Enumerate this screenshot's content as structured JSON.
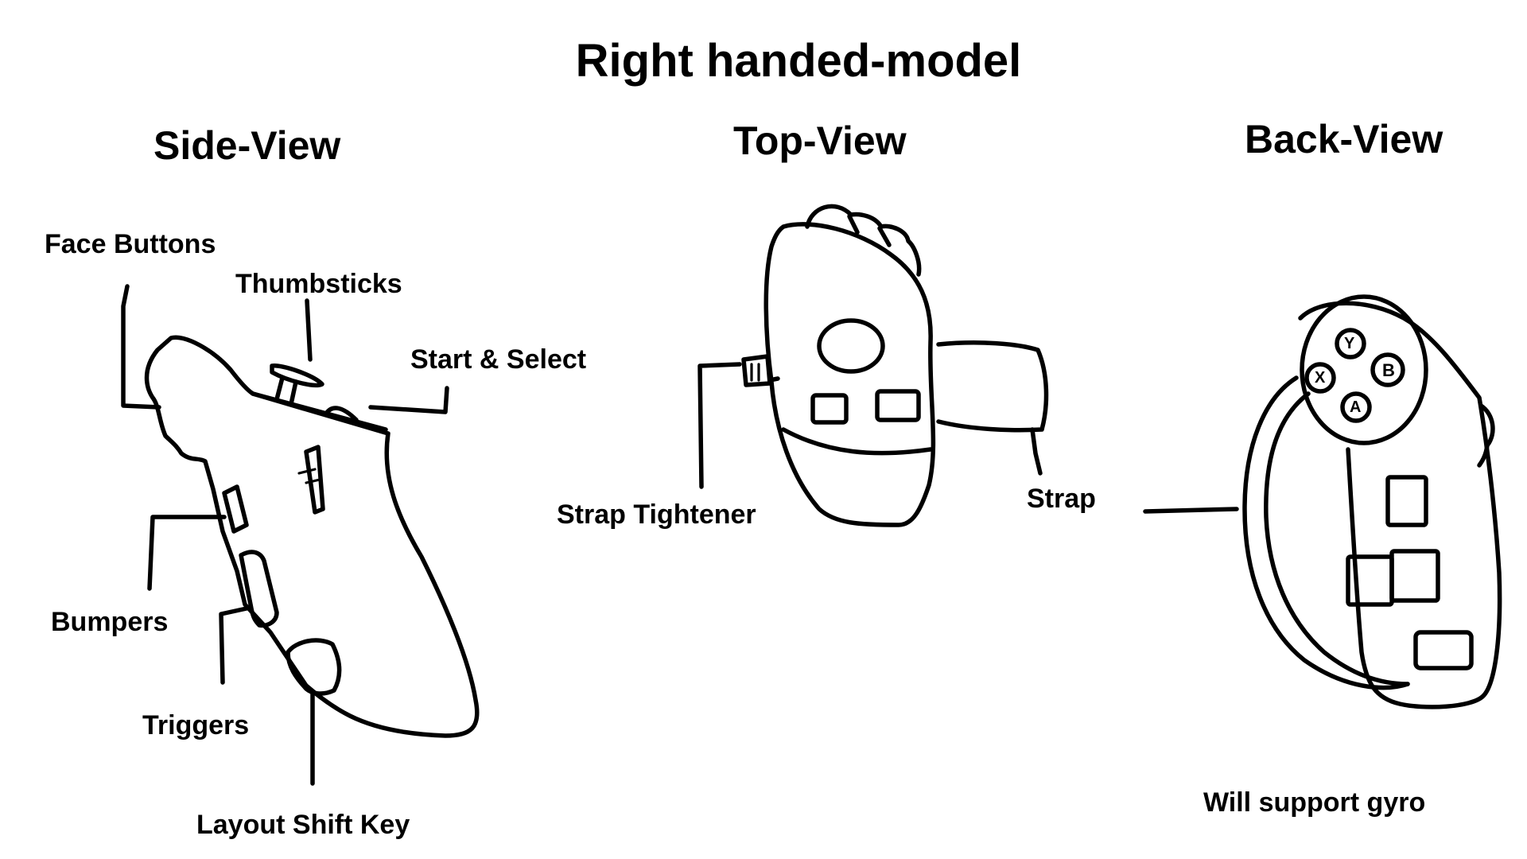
{
  "title": "Right handed-model",
  "views": {
    "side": {
      "heading": "Side-View",
      "labels": {
        "face_buttons": "Face Buttons",
        "thumbsticks": "Thumbsticks",
        "start_select": "Start & Select",
        "bumpers": "Bumpers",
        "triggers": "Triggers",
        "layout_shift": "Layout Shift Key"
      }
    },
    "top": {
      "heading": "Top-View",
      "labels": {
        "strap_tightener": "Strap Tightener",
        "strap": "Strap"
      }
    },
    "back": {
      "heading": "Back-View",
      "face_buttons": [
        "Y",
        "X",
        "B",
        "A"
      ],
      "note": "Will support gyro"
    }
  },
  "colors": {
    "background": "#ffffff",
    "ink": "#000000"
  }
}
